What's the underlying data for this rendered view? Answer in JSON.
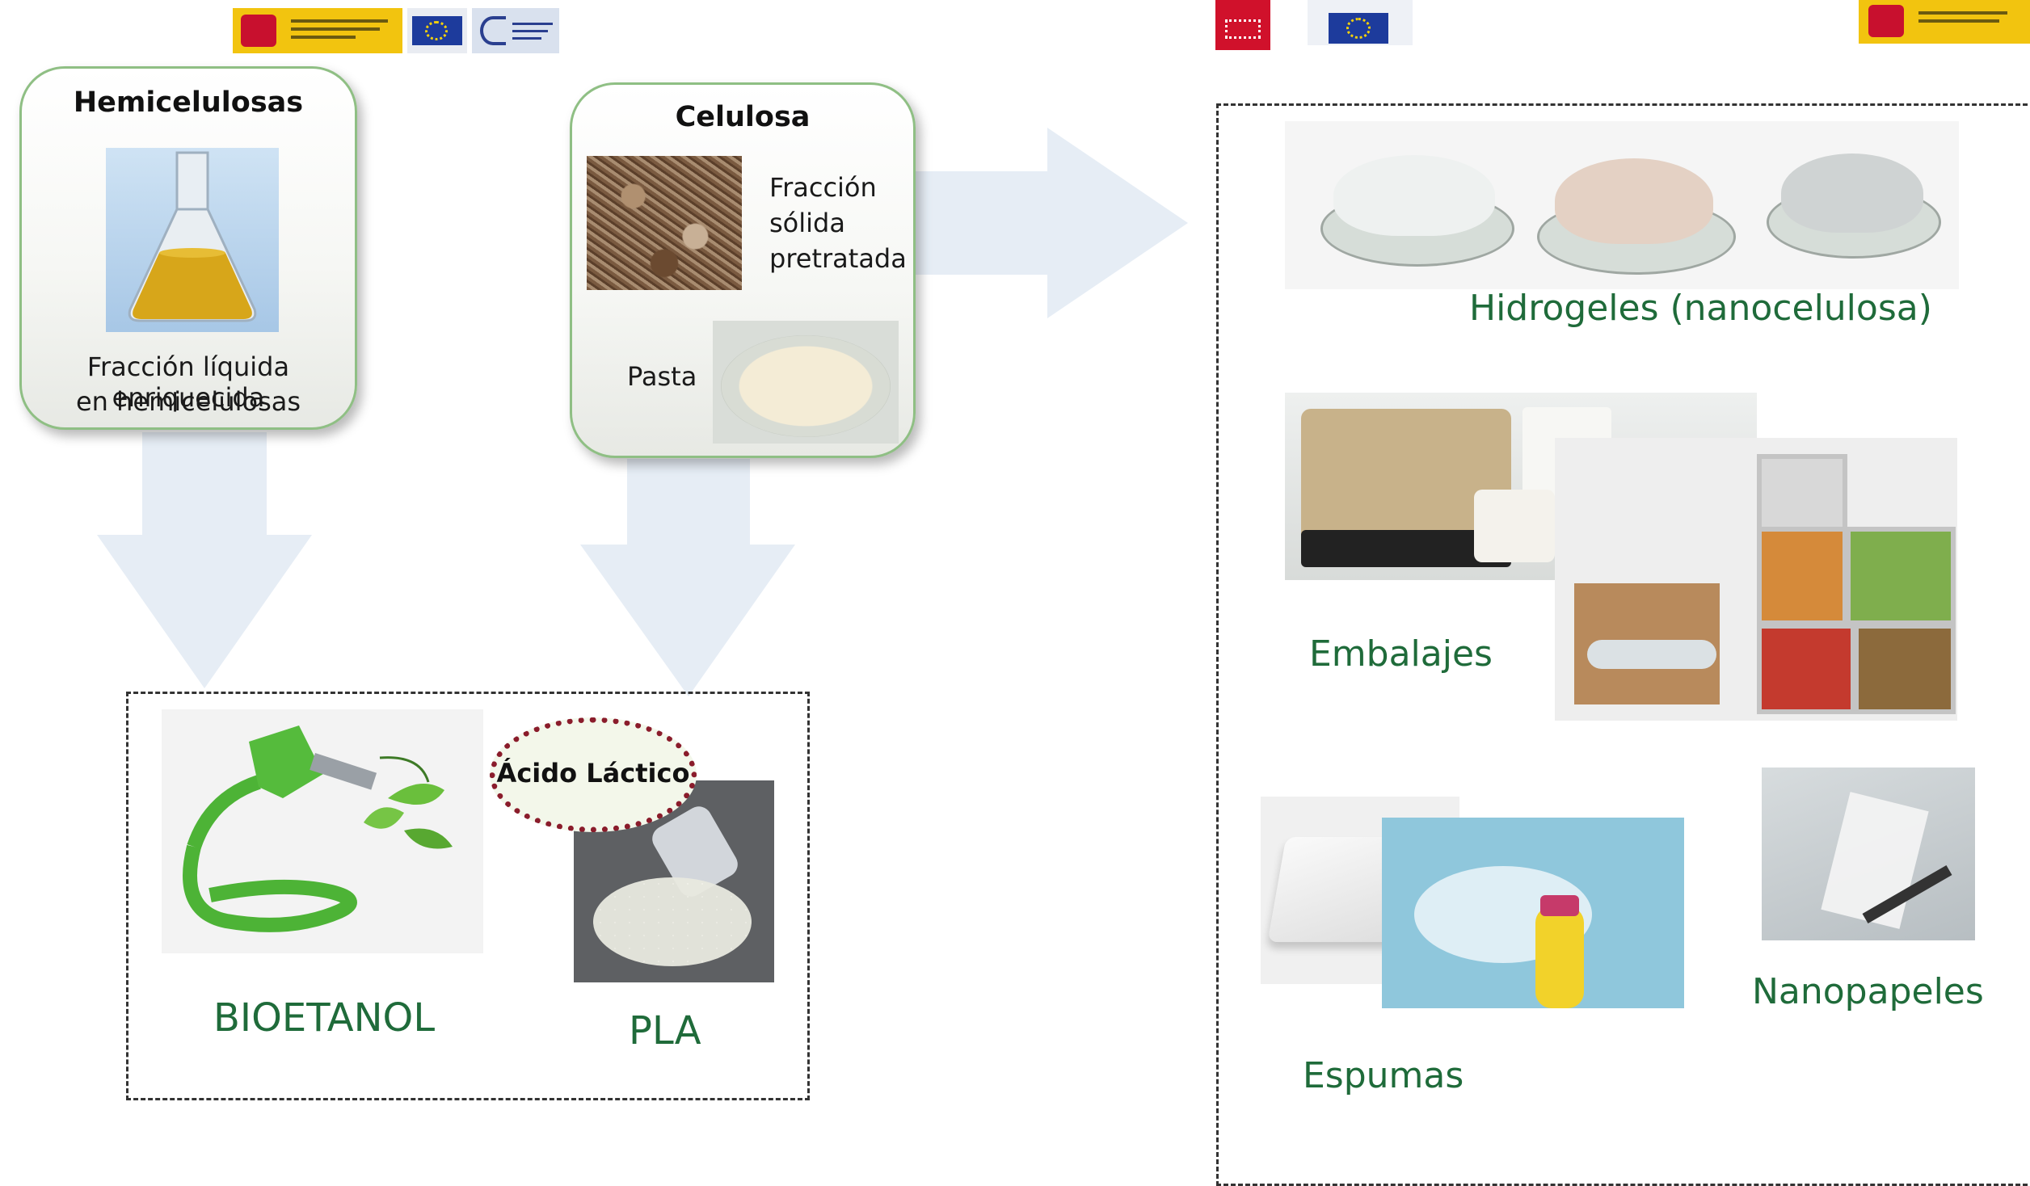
{
  "hemicelulosas": {
    "title": "Hemicelulosas",
    "caption_line1": "Fracción líquida enriquecida",
    "caption_line2": "en hemicelulosas"
  },
  "celulosa": {
    "title": "Celulosa",
    "solid_line1": "Fracción",
    "solid_line2": "sólida",
    "solid_line3": "pretratada",
    "pasta_label": "Pasta"
  },
  "products_left": {
    "bioetanol": "BIOETANOL",
    "pla": "PLA",
    "acido_lactico": "Ácido Láctico"
  },
  "products_right": {
    "hidrogeles": "Hidrogeles (nanocelulosa)",
    "embalajes": "Embalajes",
    "espumas": "Espumas",
    "nanopapeles": "Nanopapeles"
  },
  "colors": {
    "product_text": "#1f6b3a",
    "card_border": "#8fbf84",
    "arrow_fill": "#e6edf5",
    "bubble_dots": "#8a1c2b"
  },
  "icons": [
    "spain-ministry-logo",
    "eu-flag-icon",
    "agency-logo",
    "madrid-flag-icon",
    "flask-icon",
    "fuel-nozzle-icon"
  ]
}
